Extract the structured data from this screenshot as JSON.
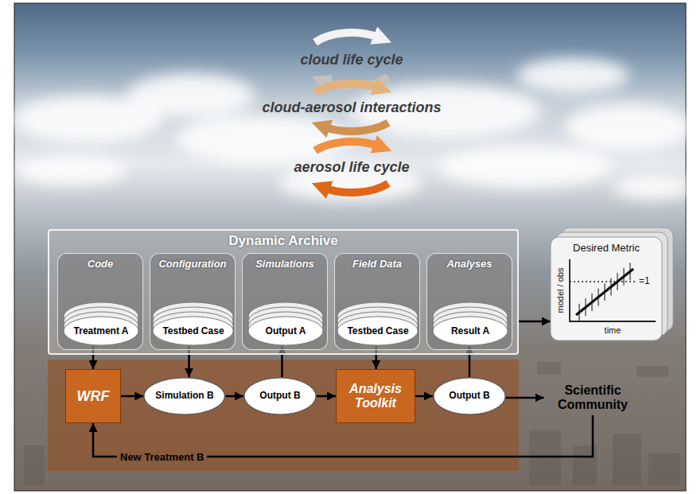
{
  "diagram": {
    "nodes": [
      {
        "text": [
          "Dynamic Archive"
        ]
      },
      {
        "text": [
          "Code"
        ],
        "in": 0
      },
      {
        "text": [
          "Treatment A"
        ],
        "in": 1
      },
      {
        "text": [
          "Configuration"
        ],
        "in": 0
      },
      {
        "text": [
          "Testbed Case"
        ],
        "in": 3
      },
      {
        "text": [
          "Simulations"
        ],
        "in": 0
      },
      {
        "text": [
          "Output A"
        ],
        "in": 5
      },
      {
        "text": [
          "Field Data"
        ],
        "in": 0
      },
      {
        "text": [
          "Testbed Case"
        ],
        "in": 7
      },
      {
        "text": [
          "Analyses"
        ],
        "in": 0
      },
      {
        "text": [
          "Result A"
        ],
        "in": 9
      },
      {
        "text": [
          "Desired Metric",
          "model / obs",
          "=1",
          "time"
        ]
      },
      {
        "text": [
          "WRF"
        ]
      },
      {
        "text": [
          "Simulation B"
        ]
      },
      {
        "text": [
          "Output B"
        ]
      },
      {
        "text": [
          "Analysis Toolkit"
        ]
      },
      {
        "text": [
          "Output B"
        ]
      },
      {
        "text": [
          "Scientific Community"
        ]
      }
    ],
    "edges": [
      {
        "from": 2,
        "to": 12,
        "arrow": "to"
      },
      {
        "from": 4,
        "to": 13,
        "arrow": "to"
      },
      {
        "from": 12,
        "to": 13,
        "arrow": "to"
      },
      {
        "from": 13,
        "to": 14,
        "arrow": "to"
      },
      {
        "from": 14,
        "to": 6,
        "arrow": "to"
      },
      {
        "from": 14,
        "to": 15,
        "arrow": "to"
      },
      {
        "from": 8,
        "to": 15,
        "arrow": "to"
      },
      {
        "from": 15,
        "to": 16,
        "arrow": "to"
      },
      {
        "from": 16,
        "to": 10,
        "arrow": "to"
      },
      {
        "from": 16,
        "to": 17,
        "arrow": "to"
      },
      {
        "from": 17,
        "to": 12,
        "label": "New Treatment B",
        "arrow": "to"
      },
      {
        "from": 0,
        "to": 11,
        "arrow": "to"
      }
    ],
    "labels": [
      "cloud life cycle",
      "cloud-aerosol interactions",
      "aerosol life cycle"
    ]
  }
}
